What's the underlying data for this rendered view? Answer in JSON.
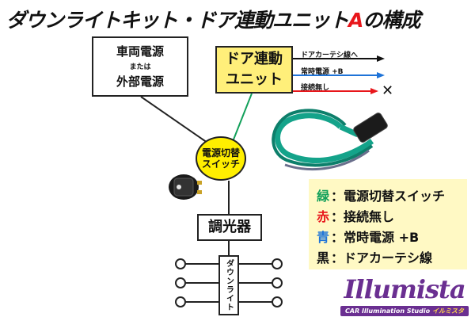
{
  "title": {
    "main": "ダウンライトキット・ドア連動ユニット",
    "accent": "A",
    "suffix": "の構成"
  },
  "supply_box": {
    "line1": "車両電源",
    "line2": "または",
    "line3": "外部電源"
  },
  "door_unit": {
    "line1": "ドア連動",
    "line2": "ユニット"
  },
  "switch": {
    "line1": "電源切替",
    "line2": "スイッチ"
  },
  "dimmer": {
    "label": "調光器"
  },
  "downlight": {
    "label": "ダウンライト"
  },
  "wires": [
    {
      "label": "ドアカーテシ線へ",
      "color": "#111111"
    },
    {
      "label": "常時電源 +B",
      "color": "#1e73d8"
    },
    {
      "label": "接続無し",
      "color": "#e8161b"
    }
  ],
  "no_connect_mark": "✕",
  "legend": [
    {
      "key": "緑",
      "value": "：電源切替スイッチ",
      "color": "#12a05a"
    },
    {
      "key": "赤",
      "value": "：接続無し",
      "color": "#e8161b"
    },
    {
      "key": "青",
      "value": "：常時電源 +B",
      "color": "#1e73d8"
    },
    {
      "key": "黒",
      "value": "：ドアカーテシ線",
      "color": "#111111"
    }
  ],
  "logo": {
    "main": "Illumista",
    "sub": "CAR Illumination Studio",
    "sub_ja": "イルミスタ"
  }
}
